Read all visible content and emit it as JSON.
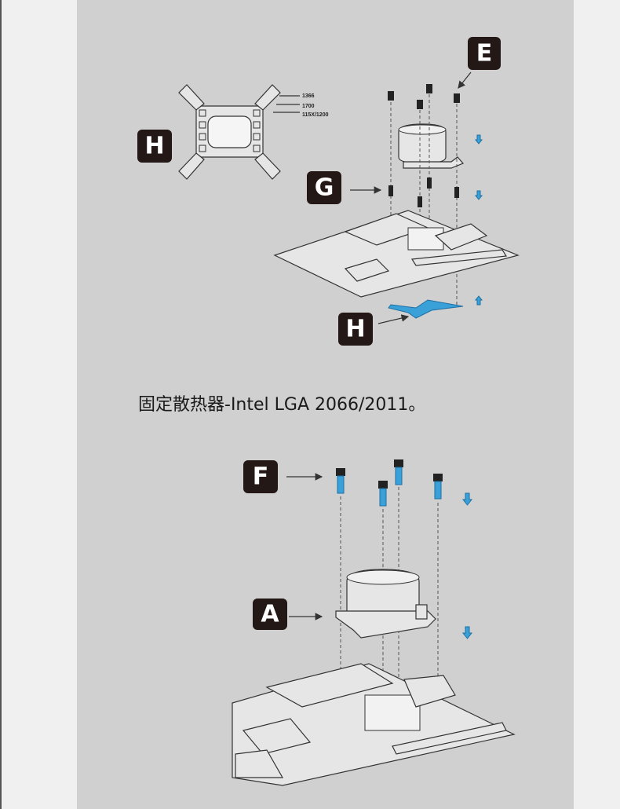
{
  "caption": "固定散热器-Intel LGA 2066/2011。",
  "labels": {
    "e": "E",
    "g": "G",
    "h_top": "H",
    "h_bottom": "H",
    "f": "F",
    "a": "A"
  },
  "bracket_text": {
    "t1366": "1366",
    "t1700": "1700",
    "t115x": "115X/1200"
  },
  "colors": {
    "background": "#f0f0f0",
    "panel": "#d0d0d0",
    "label_box": "#231815",
    "accent_blue": "#3aa0d8"
  }
}
